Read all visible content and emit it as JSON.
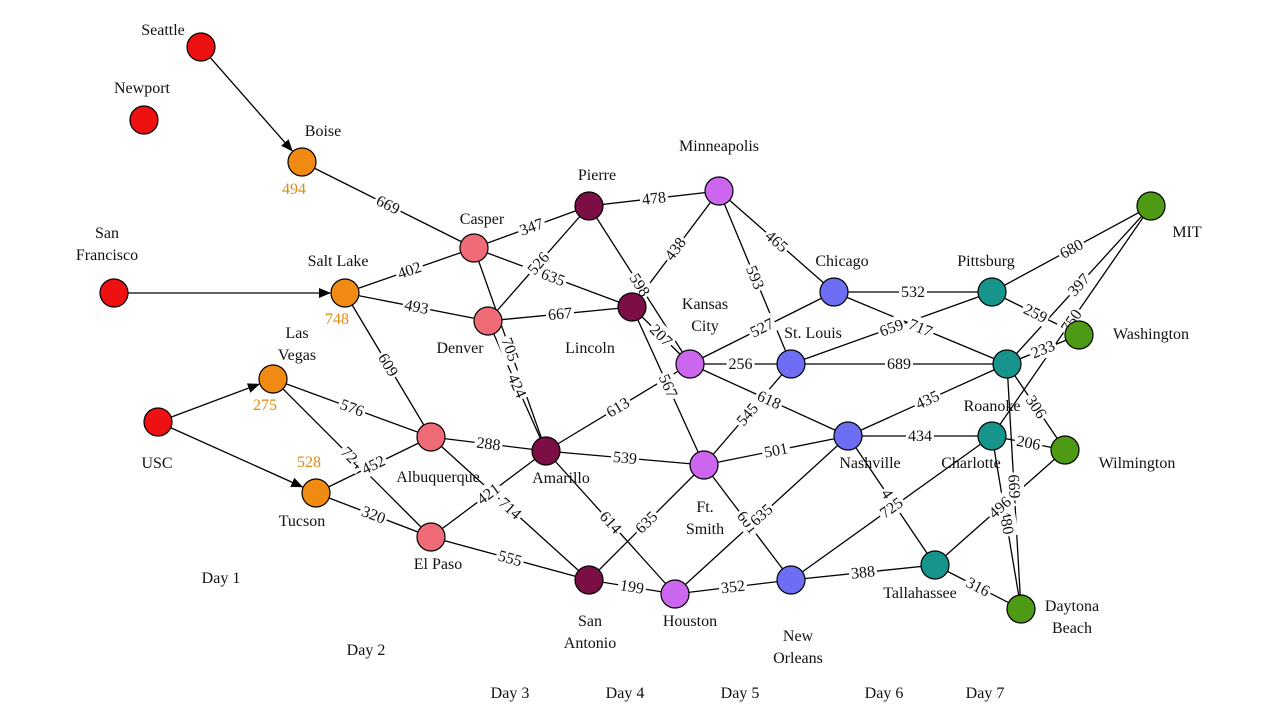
{
  "colors": {
    "red": "#ee1111",
    "orange": "#f08a12",
    "pink": "#ee6b77",
    "maroon": "#7a0e45",
    "violet": "#cc66ee",
    "blue": "#6e6ef5",
    "teal": "#17948c",
    "green": "#4e9a14",
    "dist_label": "#e08a10"
  },
  "nodes": {
    "seattle": {
      "label": "Seattle",
      "color": "red"
    },
    "newport": {
      "label": "Newport",
      "color": "red"
    },
    "san_francisco": {
      "label": "San\nFrancisco",
      "color": "red"
    },
    "usc": {
      "label": "USC",
      "color": "red"
    },
    "boise": {
      "label": "Boise",
      "color": "orange",
      "dist": "494"
    },
    "salt_lake": {
      "label": "Salt Lake",
      "color": "orange",
      "dist": "748"
    },
    "las_vegas": {
      "label": "Las\nVegas",
      "color": "orange",
      "dist": "275"
    },
    "tucson": {
      "label": "Tucson",
      "color": "orange",
      "dist": "528"
    },
    "casper": {
      "label": "Casper",
      "color": "pink"
    },
    "denver": {
      "label": "Denver",
      "color": "pink"
    },
    "albuquerque": {
      "label": "Albuquerque",
      "color": "pink"
    },
    "el_paso": {
      "label": "El Paso",
      "color": "pink"
    },
    "pierre": {
      "label": "Pierre",
      "color": "maroon"
    },
    "lincoln": {
      "label": "Lincoln",
      "color": "maroon"
    },
    "amarillo": {
      "label": "Amarillo",
      "color": "maroon"
    },
    "san_antonio": {
      "label": "San\nAntonio",
      "color": "maroon"
    },
    "minneapolis": {
      "label": "Minneapolis",
      "color": "violet"
    },
    "kansas_city": {
      "label": "Kansas\nCity",
      "color": "violet"
    },
    "ft_smith": {
      "label": "Ft.\nSmith",
      "color": "violet"
    },
    "houston": {
      "label": "Houston",
      "color": "violet"
    },
    "chicago": {
      "label": "Chicago",
      "color": "blue"
    },
    "st_louis": {
      "label": "St. Louis",
      "color": "blue"
    },
    "nashville": {
      "label": "Nashville",
      "color": "blue"
    },
    "new_orleans": {
      "label": "New\nOrleans",
      "color": "blue"
    },
    "pittsburg": {
      "label": "Pittsburg",
      "color": "teal"
    },
    "roanoke": {
      "label": "Roanoke",
      "color": "teal"
    },
    "charlotte": {
      "label": "Charlotte",
      "color": "teal"
    },
    "tallahassee": {
      "label": "Tallahassee",
      "color": "teal"
    },
    "mit": {
      "label": "MIT",
      "color": "green"
    },
    "washington": {
      "label": "Washington",
      "color": "green"
    },
    "wilmington": {
      "label": "Wilmington",
      "color": "green"
    },
    "daytona_beach": {
      "label": "Daytona\nBeach",
      "color": "green"
    }
  },
  "edges": [
    {
      "from": "seattle",
      "to": "boise",
      "directed": true
    },
    {
      "from": "san_francisco",
      "to": "salt_lake",
      "directed": true
    },
    {
      "from": "usc",
      "to": "las_vegas",
      "directed": true
    },
    {
      "from": "usc",
      "to": "tucson",
      "directed": true
    },
    {
      "from": "boise",
      "to": "casper",
      "label": "669"
    },
    {
      "from": "salt_lake",
      "to": "casper",
      "label": "402"
    },
    {
      "from": "salt_lake",
      "to": "denver",
      "label": "493"
    },
    {
      "from": "salt_lake",
      "to": "albuquerque",
      "label": "609"
    },
    {
      "from": "las_vegas",
      "to": "albuquerque",
      "label": "576"
    },
    {
      "from": "las_vegas",
      "to": "el_paso",
      "label": "724"
    },
    {
      "from": "tucson",
      "to": "albuquerque",
      "label": "452"
    },
    {
      "from": "tucson",
      "to": "el_paso",
      "label": "320"
    },
    {
      "from": "casper",
      "to": "pierre",
      "label": "347"
    },
    {
      "from": "casper",
      "to": "lincoln",
      "label": "635"
    },
    {
      "from": "casper",
      "to": "amarillo",
      "label": "705"
    },
    {
      "from": "denver",
      "to": "pierre",
      "label": "526"
    },
    {
      "from": "denver",
      "to": "lincoln",
      "label": "667"
    },
    {
      "from": "denver",
      "to": "amarillo",
      "label": "424"
    },
    {
      "from": "albuquerque",
      "to": "amarillo",
      "label": "288"
    },
    {
      "from": "albuquerque",
      "to": "san_antonio",
      "label": "714"
    },
    {
      "from": "el_paso",
      "to": "amarillo",
      "label": "421"
    },
    {
      "from": "el_paso",
      "to": "san_antonio",
      "label": "555"
    },
    {
      "from": "pierre",
      "to": "minneapolis",
      "label": "478"
    },
    {
      "from": "pierre",
      "to": "kansas_city",
      "label": "598"
    },
    {
      "from": "lincoln",
      "to": "minneapolis",
      "label": "438"
    },
    {
      "from": "lincoln",
      "to": "kansas_city",
      "label": "207"
    },
    {
      "from": "lincoln",
      "to": "ft_smith",
      "label": "567"
    },
    {
      "from": "amarillo",
      "to": "kansas_city",
      "label": "613"
    },
    {
      "from": "amarillo",
      "to": "ft_smith",
      "label": "539"
    },
    {
      "from": "amarillo",
      "to": "houston",
      "label": "614"
    },
    {
      "from": "san_antonio",
      "to": "ft_smith",
      "label": "635"
    },
    {
      "from": "san_antonio",
      "to": "houston",
      "label": "199"
    },
    {
      "from": "minneapolis",
      "to": "chicago",
      "label": "465"
    },
    {
      "from": "minneapolis",
      "to": "st_louis",
      "label": "593"
    },
    {
      "from": "kansas_city",
      "to": "chicago",
      "label": "527"
    },
    {
      "from": "kansas_city",
      "to": "st_louis",
      "label": "256"
    },
    {
      "from": "kansas_city",
      "to": "nashville",
      "label": "618"
    },
    {
      "from": "ft_smith",
      "to": "st_louis",
      "label": "545"
    },
    {
      "from": "ft_smith",
      "to": "nashville",
      "label": "501"
    },
    {
      "from": "ft_smith",
      "to": "new_orleans",
      "label": "601"
    },
    {
      "from": "houston",
      "to": "nashville",
      "label": "635"
    },
    {
      "from": "houston",
      "to": "new_orleans",
      "label": "352"
    },
    {
      "from": "chicago",
      "to": "pittsburg",
      "label": "532"
    },
    {
      "from": "chicago",
      "to": "roanoke",
      "label": "717"
    },
    {
      "from": "st_louis",
      "to": "pittsburg",
      "label": "659"
    },
    {
      "from": "st_louis",
      "to": "roanoke",
      "label": "689"
    },
    {
      "from": "nashville",
      "to": "roanoke",
      "label": "435"
    },
    {
      "from": "nashville",
      "to": "charlotte",
      "label": "434"
    },
    {
      "from": "nashville",
      "to": "tallahassee",
      "label": "495"
    },
    {
      "from": "new_orleans",
      "to": "charlotte",
      "label": "725"
    },
    {
      "from": "new_orleans",
      "to": "tallahassee",
      "label": "388"
    },
    {
      "from": "pittsburg",
      "to": "mit",
      "label": "680"
    },
    {
      "from": "pittsburg",
      "to": "washington",
      "label": "259"
    },
    {
      "from": "roanoke",
      "to": "washington",
      "label": "233"
    },
    {
      "from": "roanoke",
      "to": "mit",
      "label": "397"
    },
    {
      "from": "roanoke",
      "to": "wilmington",
      "label": "306"
    },
    {
      "from": "roanoke",
      "to": "daytona_beach",
      "label": "669"
    },
    {
      "from": "charlotte",
      "to": "mit",
      "label": "750"
    },
    {
      "from": "charlotte",
      "to": "daytona_beach",
      "label": "480"
    },
    {
      "from": "charlotte",
      "to": "wilmington",
      "label": "206"
    },
    {
      "from": "tallahassee",
      "to": "wilmington",
      "label": "496"
    },
    {
      "from": "tallahassee",
      "to": "daytona_beach",
      "label": "316"
    }
  ],
  "days": [
    {
      "id": "day1",
      "label": "Day 1"
    },
    {
      "id": "day2",
      "label": "Day 2"
    },
    {
      "id": "day3",
      "label": "Day 3"
    },
    {
      "id": "day4",
      "label": "Day 4"
    },
    {
      "id": "day5",
      "label": "Day 5"
    },
    {
      "id": "day6",
      "label": "Day 6"
    },
    {
      "id": "day7",
      "label": "Day 7"
    }
  ]
}
